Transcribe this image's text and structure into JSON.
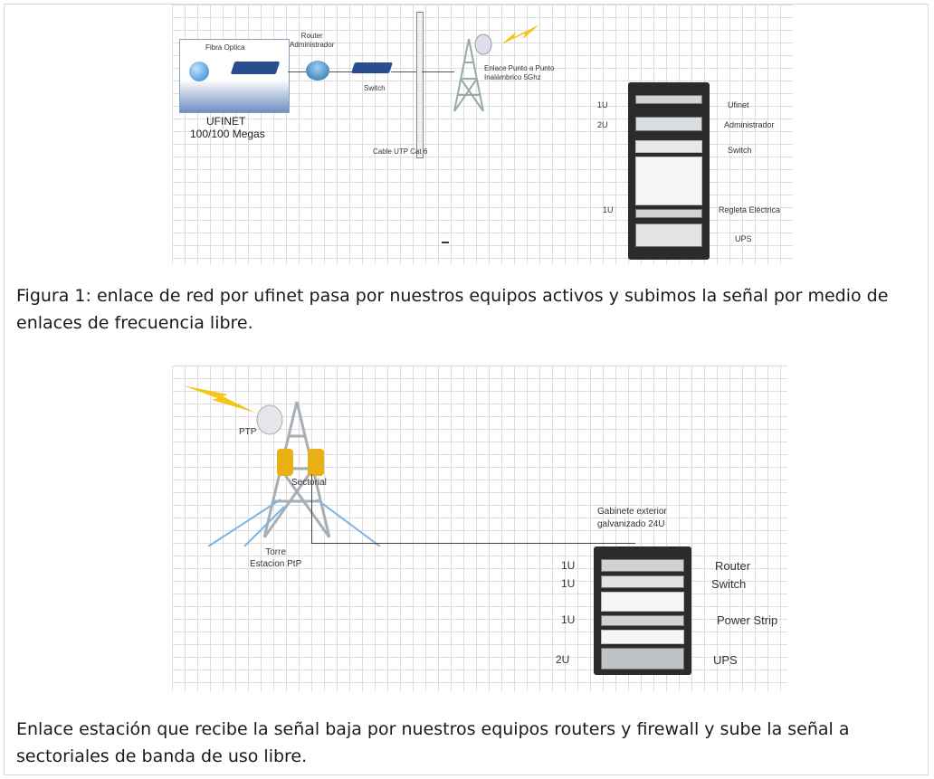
{
  "fig1": {
    "fibra_label": "Fibra Optica",
    "router_label": "Router\nAdministrador",
    "switch_label": "Switch",
    "provider_name": "UFINET",
    "provider_speed": "100/100 Megas",
    "cable_label": "Cable UTP Cat 6",
    "link_label": "Enlace Punto a Punto\nInalámbrico 5Ghz",
    "rack_rows": [
      {
        "units": "1U",
        "label": "Ufinet"
      },
      {
        "units": "2U",
        "label": "Administrador"
      },
      {
        "units": "",
        "label": "Switch"
      },
      {
        "units": "1U",
        "label": "Regleta Eléctrica"
      },
      {
        "units": "",
        "label": "UPS"
      }
    ]
  },
  "caption1": "Figura 1: enlace de red por ufinet pasa por nuestros equipos activos y subimos la señal por medio de enlaces de frecuencia libre.",
  "fig2": {
    "ptp_label": "PTP",
    "sectorial_label": "Sectorial",
    "tower_label": "Torre\nEstacion PtP",
    "cabinet_label": "Gabinete exterior\ngalvanizado 24U",
    "rack_rows": [
      {
        "units": "1U",
        "label": "Router"
      },
      {
        "units": "1U",
        "label": "Switch"
      },
      {
        "units": "1U",
        "label": "Power Strip"
      },
      {
        "units": "2U",
        "label": "UPS"
      }
    ]
  },
  "caption2": "Enlace estación que recibe la señal baja por nuestros equipos routers y firewall y sube la señal a sectoriales de banda de uso libre.",
  "colors": {
    "lightning": "#f5c518",
    "rack": "#2b2b2b",
    "sector": "#e8b014"
  }
}
